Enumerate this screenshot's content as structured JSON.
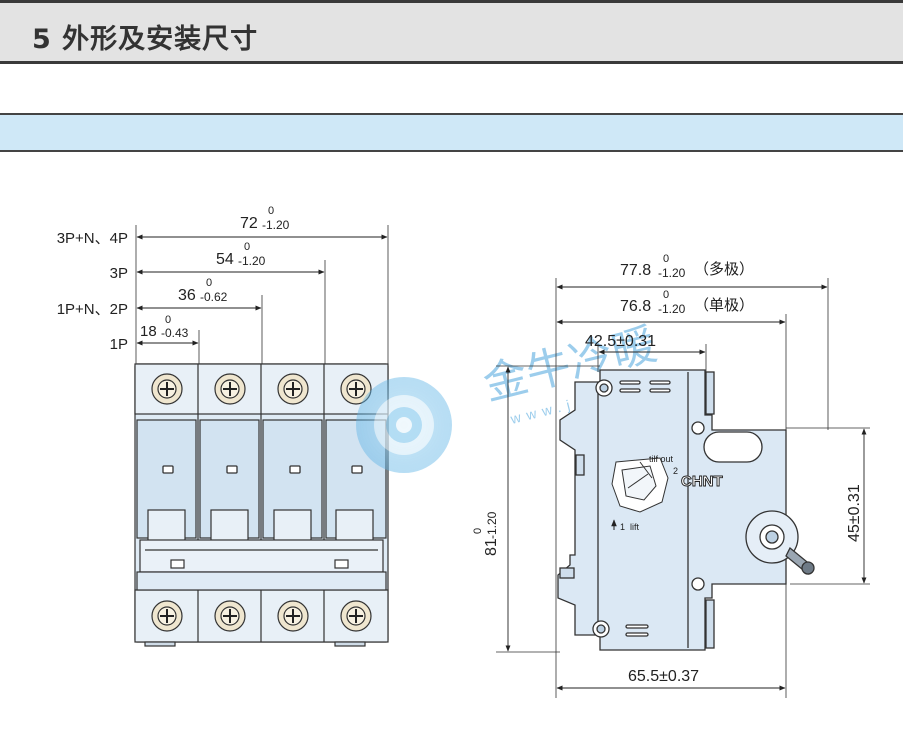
{
  "header": {
    "title": "5 外形及安装尺寸"
  },
  "front_view": {
    "row_labels": [
      "3P+N、4P",
      "3P",
      "1P+N、2P",
      "1P"
    ],
    "dims": [
      {
        "value": "72",
        "upper": "0",
        "lower": "-1.20"
      },
      {
        "value": "54",
        "upper": "0",
        "lower": "-1.20"
      },
      {
        "value": "36",
        "upper": "0",
        "lower": "-0.62"
      },
      {
        "value": "18",
        "upper": "0",
        "lower": "-0.43"
      }
    ]
  },
  "side_view": {
    "width_multi": {
      "value": "77.8",
      "upper": "0",
      "lower": "-1.20",
      "note": "（多极）"
    },
    "width_single": {
      "value": "76.8",
      "upper": "0",
      "lower": "-1.20",
      "note": "（单极）"
    },
    "top_dim": "42.5±0.31",
    "bottom_dim": "65.5±0.37",
    "height_dim": {
      "value": "81",
      "upper": "0",
      "lower": "-1.20"
    },
    "right_dim": "45±0.31",
    "brand": "CHNT",
    "label_trip": "tilf out",
    "label_lift": "lift",
    "num_1": "1",
    "num_2": "2"
  },
  "watermark": {
    "text": "金牛冷暖",
    "url": "www.jnlnw.com"
  },
  "colors": {
    "accent": "#cfe8f7",
    "body": "#ddeaf5",
    "outline": "#333333"
  }
}
